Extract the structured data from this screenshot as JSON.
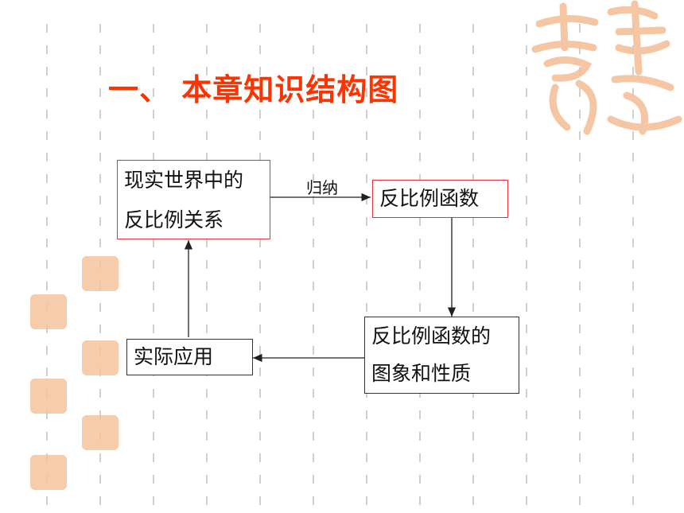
{
  "title": "一、 本章知识结构图",
  "nodes": {
    "real_world": [
      "现实世界中的",
      "反比例关系"
    ],
    "inverse_function": [
      "反比例函数"
    ],
    "graph_properties": [
      "反比例函数的",
      "图象和性质"
    ],
    "application": [
      "实际应用"
    ]
  },
  "edges": {
    "induction_label": "归纳"
  },
  "colors": {
    "title": "#ff3300",
    "box_border_red": "#e8303a",
    "box_border_black": "#333333",
    "ornament": "#f6c39b"
  },
  "decorations": {
    "corner_icon": "auspicious-calligraphy-seal",
    "side_icon": "auspicious-calligraphy-seal-small"
  }
}
